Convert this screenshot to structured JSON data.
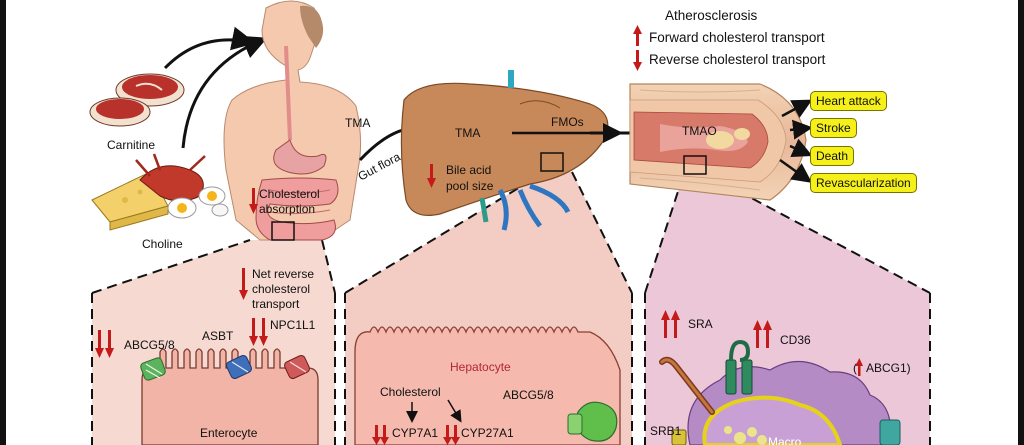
{
  "legend": {
    "line1": "Atherosclerosis",
    "line2": "Forward cholesterol transport",
    "line3": "Reverse cholesterol transport"
  },
  "top": {
    "carnitine": "Carnitine",
    "choline": "Choline",
    "cholesterol_absorption_1": "Cholesterol",
    "cholesterol_absorption_2": "absorption",
    "tma_left": "TMA",
    "gut_flora": "Gut flora",
    "tma_liver": "TMA",
    "fmos": "FMOs",
    "bile_1": "Bile acid",
    "bile_2": "pool size",
    "tmao": "TMAO",
    "net_reverse_1": "Net reverse",
    "net_reverse_2": "cholesterol",
    "net_reverse_3": "transport"
  },
  "outcomes": [
    "Heart attack",
    "Stroke",
    "Death",
    "Revascularization"
  ],
  "panel_intestine": {
    "abcg58": "ABCG5/8",
    "asbt": "ASBT",
    "npc1l1": "NPC1L1",
    "cell": "Enterocyte"
  },
  "panel_liver": {
    "cell": "Hepatocyte",
    "cholesterol": "Cholesterol",
    "abcg58": "ABCG5/8",
    "cyp7a1": "CYP7A1",
    "cyp27a1": "CYP27A1"
  },
  "panel_artery": {
    "sra": "SRA",
    "cd36": "CD36",
    "abcg1": "ABCG1)",
    "abcg1_open": "(",
    "srb1": "SRB1",
    "macro": "Macro"
  },
  "colors": {
    "arrow_red": "#c41a1a",
    "pill_yellow": "#f5ef1a",
    "skin": "#f4c9ae",
    "liver": "#c8895a",
    "panel_pink": "#f4cfc6",
    "panel_liver": "#f2c6bd",
    "panel_artery": "#e9c3d3"
  },
  "icons": [
    "steak-icon",
    "cheese-lobster-eggs-icon",
    "human-body-icon",
    "liver-icon",
    "artery-icon",
    "transporter-icon",
    "up-arrow-icon",
    "down-arrow-icon"
  ]
}
